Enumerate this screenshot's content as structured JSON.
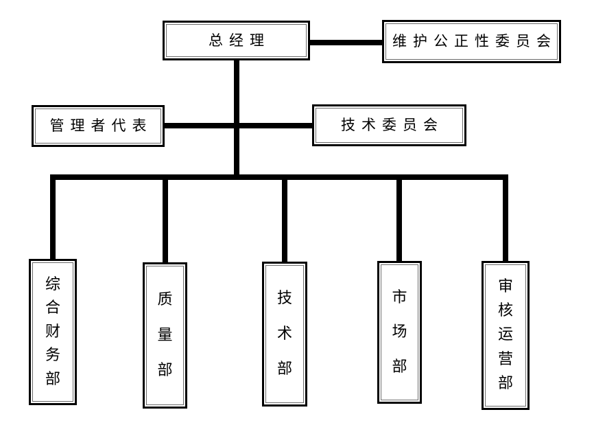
{
  "diagram": {
    "type": "org-chart",
    "nodes": {
      "general_manager": {
        "label": "总经理"
      },
      "impartiality_committee": {
        "label": "维护公正性委员会"
      },
      "management_representative": {
        "label": "管理者代表"
      },
      "technical_committee": {
        "label": "技术委员会"
      }
    },
    "departments": [
      {
        "label": "综合财务部"
      },
      {
        "label": "质量部"
      },
      {
        "label": "技术部"
      },
      {
        "label": "市场部"
      },
      {
        "label": "审核运营部"
      }
    ],
    "edges": [
      {
        "from": "总经理",
        "to": "维护公正性委员会"
      },
      {
        "from": "总经理",
        "to": "管理者代表"
      },
      {
        "from": "总经理",
        "to": "技术委员会"
      },
      {
        "from": "总经理",
        "to": "综合财务部"
      },
      {
        "from": "总经理",
        "to": "质量部"
      },
      {
        "from": "总经理",
        "to": "技术部"
      },
      {
        "from": "总经理",
        "to": "市场部"
      },
      {
        "from": "总经理",
        "to": "审核运营部"
      }
    ],
    "colors": {
      "line": "#000000",
      "box_border": "#000000",
      "inner_border": "#6a6a6a",
      "background": "#ffffff",
      "text": "#000000"
    }
  }
}
